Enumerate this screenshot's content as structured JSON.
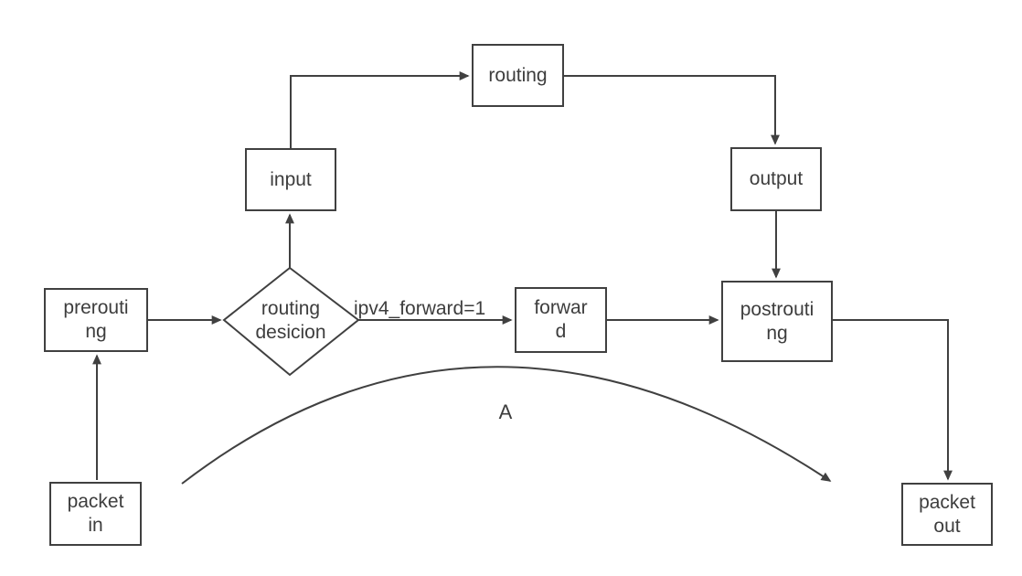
{
  "diagram": {
    "description_colors": {
      "line": "#404040",
      "text": "#3d3d3d",
      "node_fill": "#ffffff",
      "background": "#ffffff"
    },
    "nodes": {
      "packet_in": {
        "full": "packet in",
        "lines": [
          "packet",
          "in"
        ]
      },
      "prerouting": {
        "full": "prerouting",
        "lines": [
          "prerouti",
          "ng"
        ]
      },
      "routing_decision": {
        "full": "routing desicion",
        "lines": [
          "routing",
          "desicion"
        ]
      },
      "input": {
        "full": "input",
        "lines": [
          "input"
        ]
      },
      "routing": {
        "full": "routing",
        "lines": [
          "routing"
        ]
      },
      "output": {
        "full": "output",
        "lines": [
          "output"
        ]
      },
      "forward": {
        "full": "forward",
        "lines": [
          "forwar",
          "d"
        ]
      },
      "postrouting": {
        "full": "postrouting",
        "lines": [
          "postrouti",
          "ng"
        ]
      },
      "packet_out": {
        "full": "packet out",
        "lines": [
          "packet",
          "out"
        ]
      }
    },
    "edge_labels": {
      "ipv4_forward": "ipv4_forward=1",
      "curve": "A"
    },
    "edges": [
      {
        "from": "packet in",
        "to": "prerouting"
      },
      {
        "from": "prerouting",
        "to": "routing desicion"
      },
      {
        "from": "routing desicion",
        "to": "input"
      },
      {
        "from": "input",
        "to": "routing"
      },
      {
        "from": "routing",
        "to": "output"
      },
      {
        "from": "output",
        "to": "postrouting"
      },
      {
        "from": "routing desicion",
        "to": "forward",
        "label": "ipv4_forward=1"
      },
      {
        "from": "forward",
        "to": "postrouting"
      },
      {
        "from": "postrouting",
        "to": "packet out"
      },
      {
        "from": "packet in",
        "to": "packet out",
        "label": "A",
        "style": "curved"
      }
    ]
  }
}
